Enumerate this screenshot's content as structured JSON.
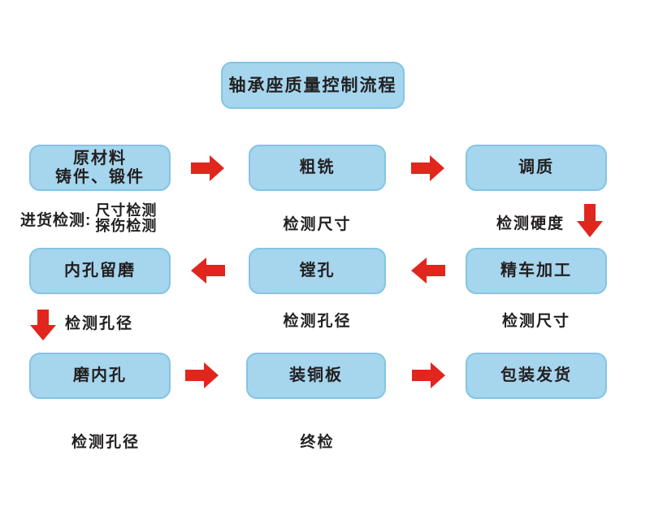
{
  "title": "轴承座质量控制流程",
  "colors": {
    "background": "#ffffff",
    "box_fill": "#a6d5ee",
    "box_border": "#84c5e5",
    "arrow_red": "#e0261d",
    "text": "#232020"
  },
  "boxes": {
    "raw_material_line1": "原材料",
    "raw_material_line2": "铸件、锻件",
    "rough_milling": "粗铣",
    "tempering": "调质",
    "bore_grinding_allowance": "内孔留磨",
    "boring": "镗孔",
    "finish_turning": "精车加工",
    "grind_bore": "磨内孔",
    "fit_copper_plate": "装铜板",
    "packing_shipping": "包装发货"
  },
  "labels": {
    "incoming_inspection": "进货检测:",
    "incoming_item_1": "尺寸检测",
    "incoming_item_2": "探伤检测",
    "check_size_after_milling": "检测尺寸",
    "check_hardness": "检测硬度",
    "check_bore_after_allowance": "检测孔径",
    "check_bore_after_boring": "检测孔径",
    "check_size_after_turning": "检测尺寸",
    "check_bore_after_grinding": "检测孔径",
    "final_inspection": "终检"
  }
}
